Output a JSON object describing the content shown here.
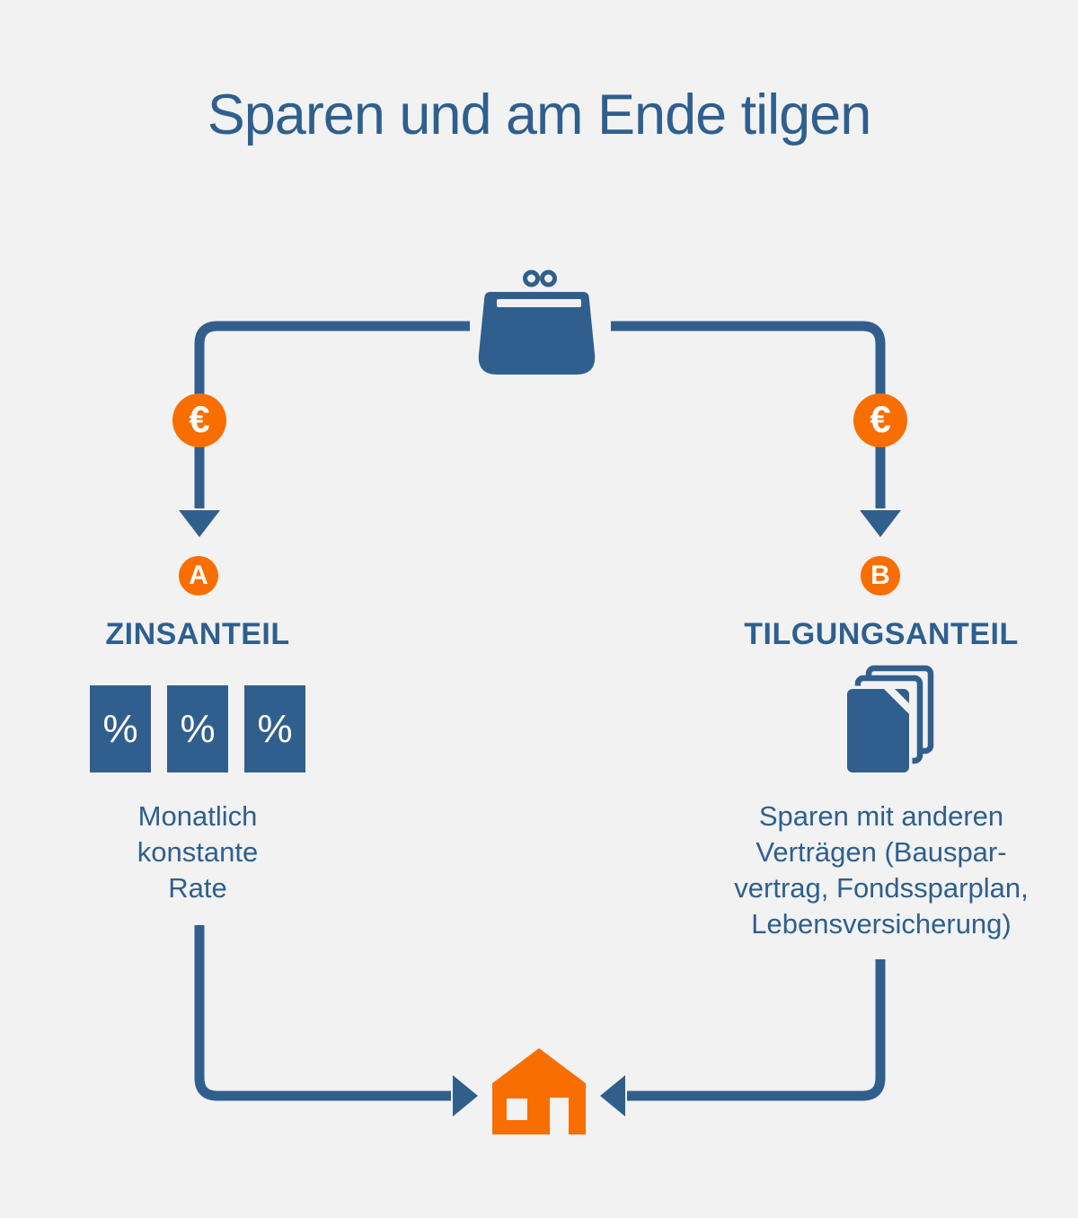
{
  "title": "Sparen und am Ende tilgen",
  "colors": {
    "background": "#f2f2f2",
    "blue": "#315f8d",
    "text_blue": "#2e5f8e",
    "orange": "#f96e00",
    "white": "#ffffff"
  },
  "icons": {
    "top": "purse-icon",
    "right_branch": "documents-icon",
    "bottom": "house-icon"
  },
  "branches": {
    "left": {
      "euro_symbol": "€",
      "badge_label": "A",
      "heading": "ZINSANTEIL",
      "percent_symbols": [
        "%",
        "%",
        "%"
      ],
      "description_lines": [
        "Monatlich",
        "konstante",
        "Rate"
      ]
    },
    "right": {
      "euro_symbol": "€",
      "badge_label": "B",
      "heading": "TILGUNGSANTEIL",
      "description_lines": [
        "Sparen mit anderen",
        "Verträgen (Bauspar-",
        "vertrag, Fondssparplan,",
        "Lebensversicherung)"
      ]
    }
  }
}
